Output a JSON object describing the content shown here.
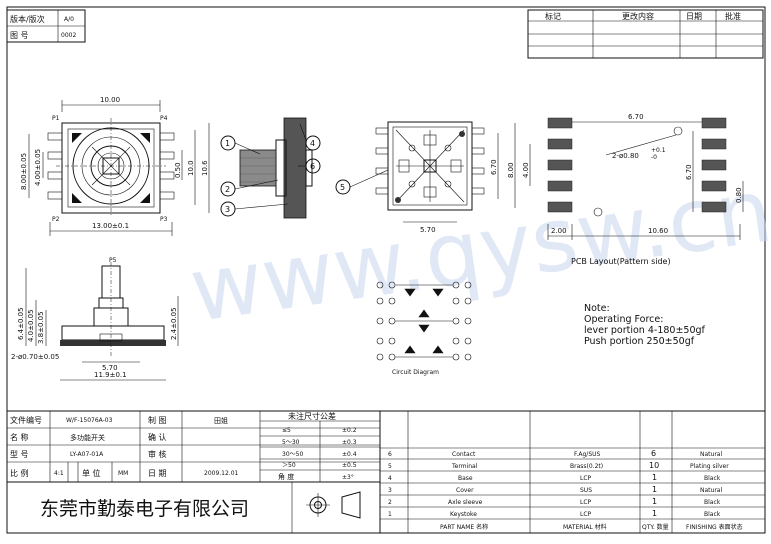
{
  "header": {
    "version_label": "版本/版次",
    "version_value": "A/0",
    "drawing_no_label": "图  号",
    "drawing_no_value": "0002",
    "revision_headers": [
      "标记",
      "更改内容",
      "日期",
      "批准"
    ]
  },
  "watermark": "www.qysw.cn",
  "dims_front": {
    "width_top": "10.00",
    "width_bottom": "13.00±0.1",
    "left_outer": "8.00±0.05",
    "left_inner": "4.00±0.05",
    "right_a": "0.50",
    "right_b": "10.0",
    "right_c": "10.6",
    "pin_labels": [
      "P1",
      "P4",
      "P2",
      "P3"
    ]
  },
  "callouts": [
    "1",
    "2",
    "3",
    "4",
    "5",
    "6"
  ],
  "dims_side": {
    "top_label": "P5",
    "h_total": "6.4±0.05",
    "h_a": "4.0±0.05",
    "h_b": "3.8±0.05",
    "h_right": "2.4±0.05",
    "hole": "2-ø0.70±0.05",
    "width_a": "5.70",
    "width_b": "11.9±0.1"
  },
  "dims_bottom": {
    "height": "6.70",
    "width": "5.70"
  },
  "pcb": {
    "top": "6.70",
    "holes": "2-ø0.80",
    "holes_tol_plus": "+0.1",
    "holes_tol_minus": "-0",
    "left_a": "4.00",
    "left_b": "8.00",
    "right": "6.70",
    "pitch": "0.80",
    "bottom_a": "2.00",
    "bottom_b": "10.60",
    "caption": "PCB  Layout(Pattern side)"
  },
  "circuit_caption": "Circuit  Diagram",
  "notes": {
    "title": "Note:",
    "line1": "Operating Force:",
    "line2": "lever portion 4-180±50gf",
    "line3": "Push portion 250±50gf"
  },
  "title_block": {
    "file_no_label": "文件编号",
    "file_no_value": "W/F-15076A-03",
    "name_label": "名  称",
    "name_value": "多功能开关",
    "model_label": "型  号",
    "model_value": "LY-A07-01A",
    "scale_label": "比  例",
    "scale_value": "4:1",
    "unit_label": "单  位",
    "unit_value": "MM",
    "draw_label": "制  图",
    "draw_value": "田姐",
    "confirm_label": "确  认",
    "review_label": "审  核",
    "date_label": "日  期",
    "date_value": "2009.12.01",
    "company": "东莞市勤泰电子有限公司"
  },
  "tolerance": {
    "title": "未注尺寸公差",
    "rows": [
      {
        "range": "≤5",
        "tol": "±0.2"
      },
      {
        "range": "5～30",
        "tol": "±0.3"
      },
      {
        "range": "30～50",
        "tol": "±0.4"
      },
      {
        "range": "＞50",
        "tol": "±0.5"
      },
      {
        "range": "角  度",
        "tol": "±3°"
      }
    ]
  },
  "parts": {
    "rows": [
      {
        "no": "6",
        "name": "Contact",
        "material": "F.Ag/SUS",
        "qty": "6",
        "finish": "Natural"
      },
      {
        "no": "5",
        "name": "Terminal",
        "material": "Brass(0.2t)",
        "qty": "10",
        "finish": "Plating silver"
      },
      {
        "no": "4",
        "name": "Base",
        "material": "LCP",
        "qty": "1",
        "finish": "Black"
      },
      {
        "no": "3",
        "name": "Cover",
        "material": "SUS",
        "qty": "1",
        "finish": "Natural"
      },
      {
        "no": "2",
        "name": "Axle sleeve",
        "material": "LCP",
        "qty": "1",
        "finish": "Black"
      },
      {
        "no": "1",
        "name": "Keystoke",
        "material": "LCP",
        "qty": "1",
        "finish": "Black"
      }
    ],
    "footer": {
      "part_name": "PART  NAME  名称",
      "material": "MATERIAL  材料",
      "qty": "QTY. 数量",
      "finish": "FINISHING  表面状态"
    }
  }
}
